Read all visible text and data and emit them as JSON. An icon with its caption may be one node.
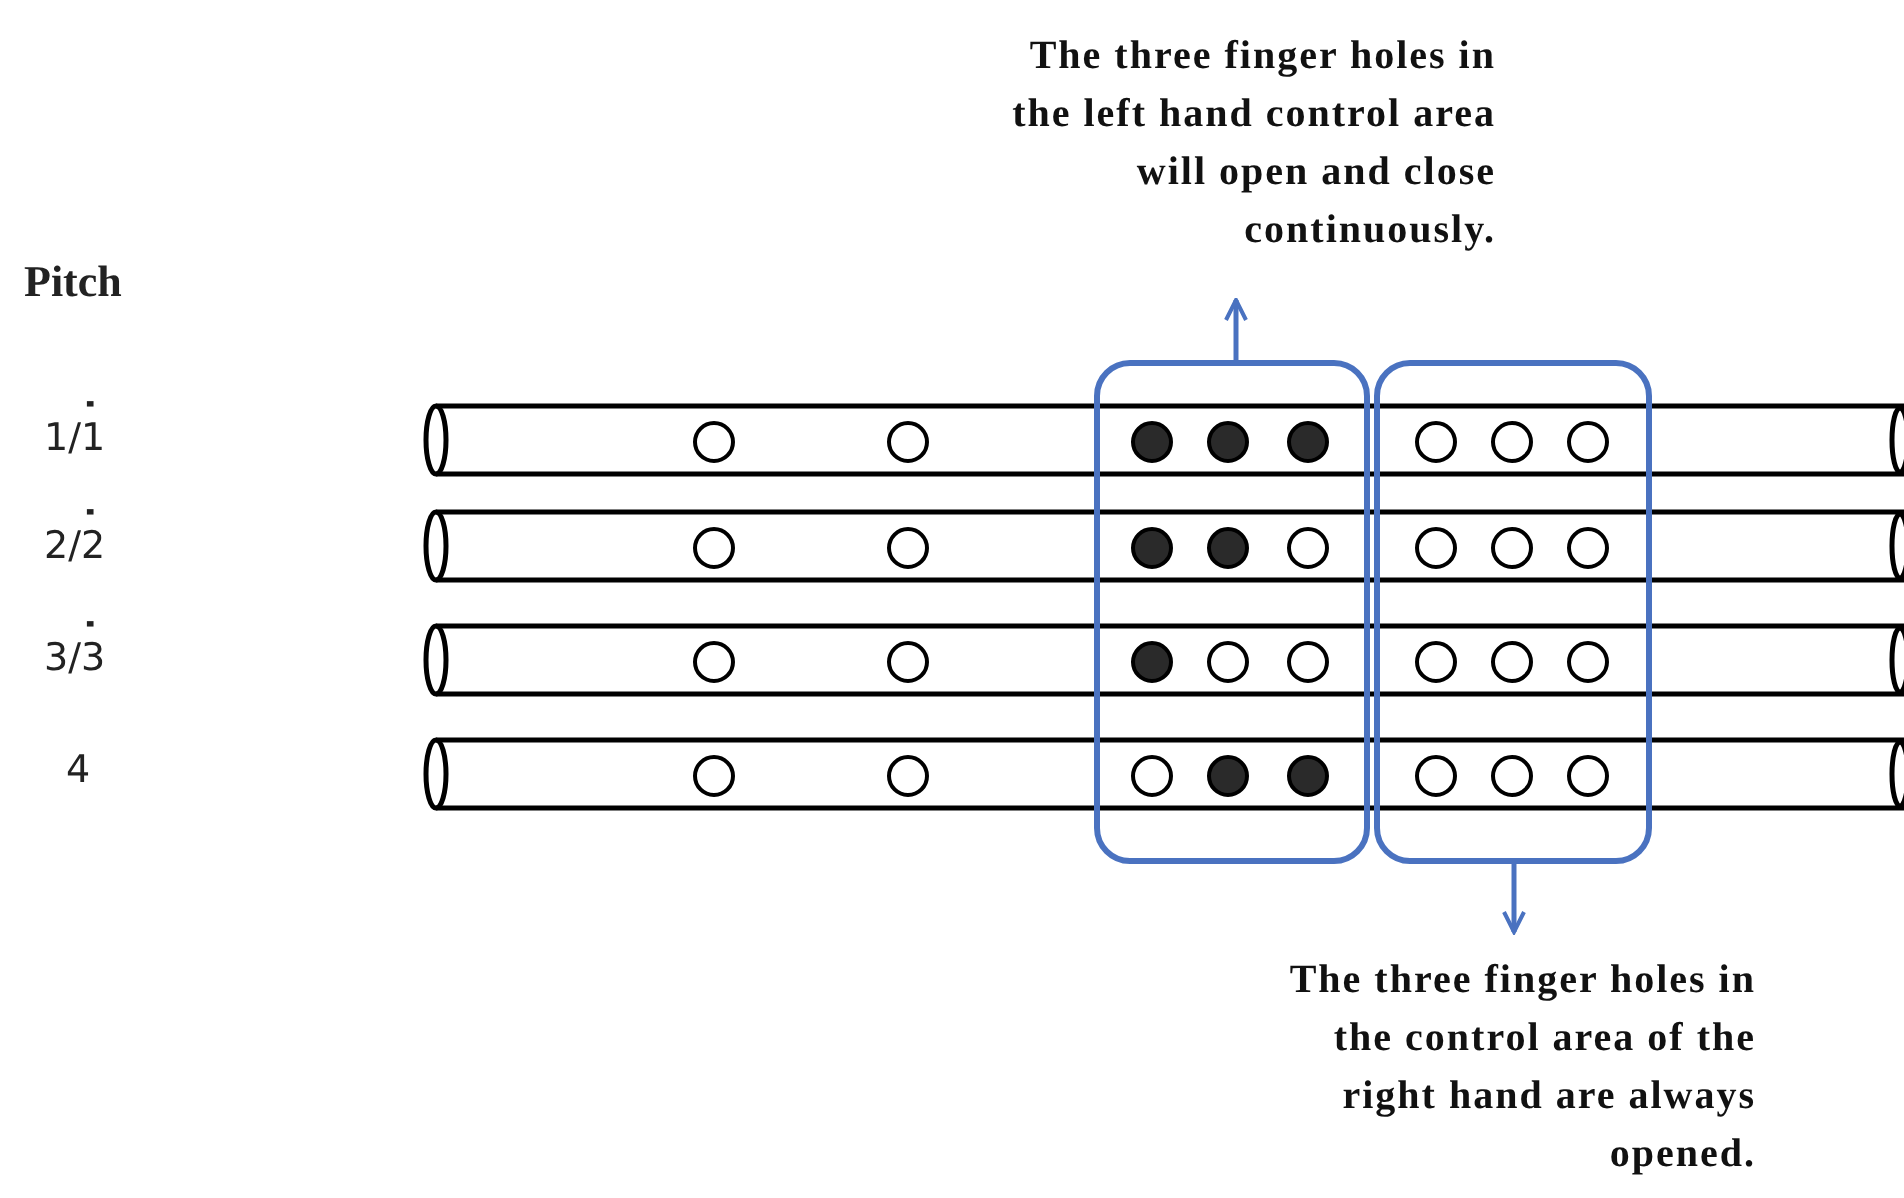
{
  "diagram": {
    "nodes": [
      {
        "text": [],
        "shape": "box"
      },
      {
        "text": [],
        "shape": "box"
      },
      {
        "text": [
          "The three finger holes in the left hand control area will open and close continuously."
        ]
      },
      {
        "text": [
          "The three finger holes in the control area of the right hand are always opened."
        ]
      }
    ],
    "edges": [
      {
        "from": 0,
        "to": 2,
        "arrow": "to",
        "color": "#4a72c0"
      },
      {
        "from": 1,
        "to": 3,
        "arrow": "to",
        "color": "#4a72c0"
      }
    ],
    "labels": [
      "Pitch",
      "1/1̇",
      "2/2̇",
      "3/3̇",
      "4"
    ]
  }
}
